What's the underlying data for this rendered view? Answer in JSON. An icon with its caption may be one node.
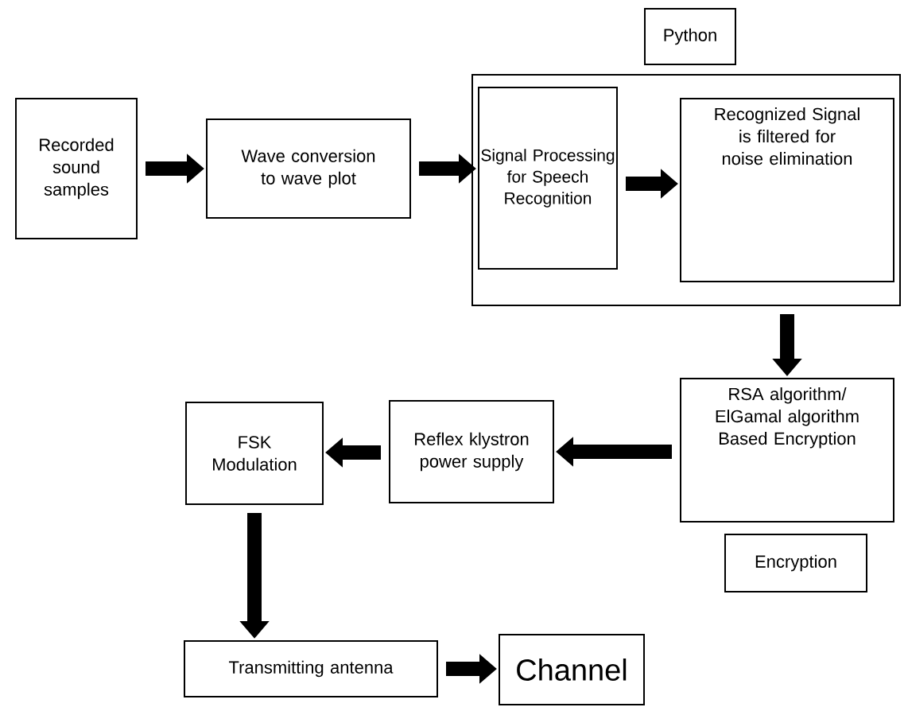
{
  "diagram": {
    "nodes": [
      {
        "text": [
          "Recorded sound samples"
        ]
      },
      {
        "text": [
          "Wave conversion to wave plot"
        ]
      },
      {
        "text": [
          "Python"
        ]
      },
      {
        "text": [
          "Signal Processing for Speech Recognition"
        ],
        "in": 2
      },
      {
        "text": [
          "Recognized Signal is filtered for noise elimination"
        ],
        "in": 2
      },
      {
        "text": [
          "RSA algorithm/ ElGamal algorithm Based Encryption"
        ]
      },
      {
        "text": [
          "Encryption"
        ]
      },
      {
        "text": [
          "Reflex klystron power supply"
        ]
      },
      {
        "text": [
          "FSK Modulation"
        ]
      },
      {
        "text": [
          "Transmitting antenna"
        ]
      },
      {
        "text": [
          "Channel"
        ]
      }
    ],
    "edges": [
      {
        "from": 0,
        "to": 1,
        "arrow": "to"
      },
      {
        "from": 1,
        "to": 3,
        "arrow": "to"
      },
      {
        "from": 3,
        "to": 4,
        "arrow": "to"
      },
      {
        "from": 2,
        "to": 5,
        "arrow": "to"
      },
      {
        "from": 5,
        "to": 7,
        "arrow": "to"
      },
      {
        "from": 7,
        "to": 8,
        "arrow": "to"
      },
      {
        "from": 8,
        "to": 9,
        "arrow": "to"
      },
      {
        "from": 9,
        "to": 10,
        "arrow": "to"
      }
    ]
  }
}
